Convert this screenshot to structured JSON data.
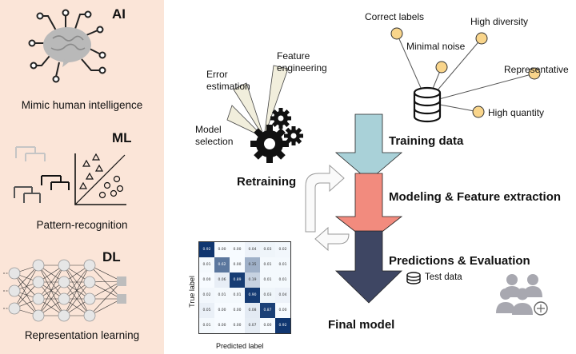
{
  "left_panel": {
    "ai": {
      "title": "AI",
      "caption": "Mimic human intelligence"
    },
    "ml": {
      "title": "ML",
      "caption": "Pattern-recognition"
    },
    "dl": {
      "title": "DL",
      "caption": "Representation learning"
    }
  },
  "retraining": {
    "title": "Retraining",
    "rays": [
      "Model\nselection",
      "Error\nestimation",
      "Feature\nengineering"
    ]
  },
  "data_properties": [
    "Correct labels",
    "High diversity",
    "Minimal noise",
    "Representative",
    "High quantity"
  ],
  "pipeline": {
    "training": "Training data",
    "modeling": "Modeling & Feature extraction",
    "predictions": "Predictions & Evaluation",
    "test_data": "Test data",
    "final": "Final model"
  },
  "confusion_matrix": {
    "xlabel": "Predicted label",
    "ylabel": "True label",
    "values": [
      [
        "0.92",
        "0.00",
        "0.00",
        "0.04",
        "0.03",
        "0.02"
      ],
      [
        "0.01",
        "0.62",
        "0.00",
        "0.35",
        "0.01",
        "0.01"
      ],
      [
        "0.00",
        "0.06",
        "0.89",
        "0.19",
        "0.01",
        "0.01"
      ],
      [
        "0.02",
        "0.01",
        "0.01",
        "0.90",
        "0.03",
        "0.04"
      ],
      [
        "0.05",
        "0.00",
        "0.00",
        "0.08",
        "0.87",
        "0.00"
      ],
      [
        "0.01",
        "0.00",
        "0.00",
        "0.07",
        "0.00",
        "0.92"
      ]
    ]
  },
  "colors": {
    "panel_bg": "#fbe5d8",
    "arrow_training": "#a9d1d8",
    "arrow_modeling": "#f28b7e",
    "arrow_predictions": "#3e4663",
    "node_fill": "#f9d58b"
  }
}
